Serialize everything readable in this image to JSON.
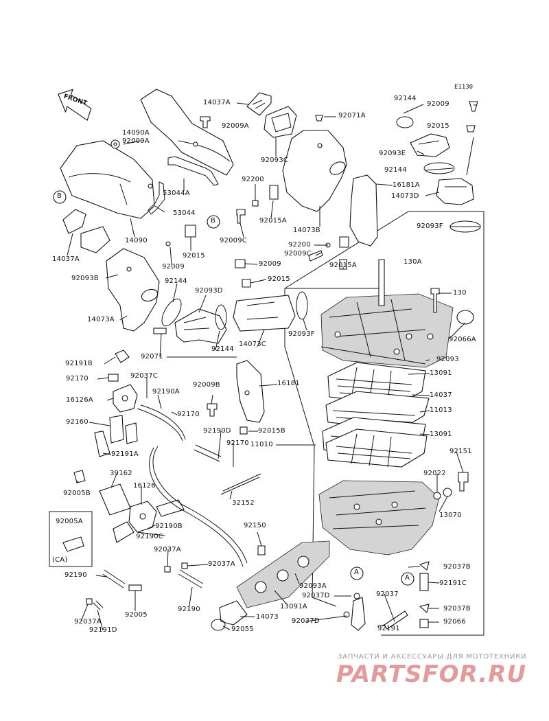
{
  "diagram_code": "E1130",
  "front_label": "FRONT",
  "ca_box": {
    "title": "92005A",
    "region": "(CA)"
  },
  "watermark": {
    "line1": "ЗАПЧАСТИ И АКСЕССУАРЫ ДЛЯ МОТОТЕХНИКИ",
    "line2": "PARTSFOR.RU"
  },
  "callouts": {
    "a": "A",
    "b": "B"
  },
  "labels": [
    {
      "id": "14037A-top",
      "text": "14037A"
    },
    {
      "id": "92009A-top",
      "text": "92009A"
    },
    {
      "id": "92071A",
      "text": "92071A"
    },
    {
      "id": "92144-top",
      "text": "92144"
    },
    {
      "id": "92009-right",
      "text": "92009"
    },
    {
      "id": "92015-right",
      "text": "92015"
    },
    {
      "id": "14090A",
      "text": "14090A"
    },
    {
      "id": "92009A-mid",
      "text": "92009A"
    },
    {
      "id": "92093E",
      "text": "92093E"
    },
    {
      "id": "92093C",
      "text": "92093C"
    },
    {
      "id": "92144-right",
      "text": "92144"
    },
    {
      "id": "92200-top",
      "text": "92200"
    },
    {
      "id": "16181A",
      "text": "16181A"
    },
    {
      "id": "14073D",
      "text": "14073D"
    },
    {
      "id": "53044A",
      "text": "53044A"
    },
    {
      "id": "53044",
      "text": "53044"
    },
    {
      "id": "92015A-top",
      "text": "92015A"
    },
    {
      "id": "92093F-top",
      "text": "92093F"
    },
    {
      "id": "14073B",
      "text": "14073B"
    },
    {
      "id": "14090",
      "text": "14090"
    },
    {
      "id": "92009C-top",
      "text": "92009C"
    },
    {
      "id": "14037A-left",
      "text": "14037A"
    },
    {
      "id": "92015-left",
      "text": "92015"
    },
    {
      "id": "92200-mid",
      "text": "92200"
    },
    {
      "id": "92009C-mid",
      "text": "92009C"
    },
    {
      "id": "130A",
      "text": "130A"
    },
    {
      "id": "92009-left",
      "text": "92009"
    },
    {
      "id": "92009-mid",
      "text": "92009"
    },
    {
      "id": "92015A-mid",
      "text": "92015A"
    },
    {
      "id": "92093B",
      "text": "92093B"
    },
    {
      "id": "92015-mid",
      "text": "92015"
    },
    {
      "id": "92144-left",
      "text": "92144"
    },
    {
      "id": "130",
      "text": "130"
    },
    {
      "id": "92093D",
      "text": "92093D"
    },
    {
      "id": "14073A",
      "text": "14073A"
    },
    {
      "id": "92093F-mid",
      "text": "92093F"
    },
    {
      "id": "92066A",
      "text": "92066A"
    },
    {
      "id": "92144-bottom",
      "text": "92144"
    },
    {
      "id": "14073C",
      "text": "14073C"
    },
    {
      "id": "92071",
      "text": "92071"
    },
    {
      "id": "92093",
      "text": "92093"
    },
    {
      "id": "92191B",
      "text": "92191B"
    },
    {
      "id": "13091-top",
      "text": "13091"
    },
    {
      "id": "92037C",
      "text": "92037C"
    },
    {
      "id": "92170-left",
      "text": "92170"
    },
    {
      "id": "92009B",
      "text": "92009B"
    },
    {
      "id": "16181",
      "text": "16181"
    },
    {
      "id": "14037",
      "text": "14037"
    },
    {
      "id": "16126A",
      "text": "16126A"
    },
    {
      "id": "92190A",
      "text": "92190A"
    },
    {
      "id": "92170-mid",
      "text": "92170"
    },
    {
      "id": "11013",
      "text": "11013"
    },
    {
      "id": "92160",
      "text": "92160"
    },
    {
      "id": "92190D",
      "text": "92190D"
    },
    {
      "id": "92015B",
      "text": "92015B"
    },
    {
      "id": "13091-bottom",
      "text": "13091"
    },
    {
      "id": "11010",
      "text": "11010"
    },
    {
      "id": "92170-lower",
      "text": "92170"
    },
    {
      "id": "92191A",
      "text": "92191A"
    },
    {
      "id": "92151",
      "text": "92151"
    },
    {
      "id": "39162",
      "text": "39162"
    },
    {
      "id": "92022",
      "text": "92022"
    },
    {
      "id": "16126",
      "text": "16126"
    },
    {
      "id": "92005B",
      "text": "92005B"
    },
    {
      "id": "32152",
      "text": "32152"
    },
    {
      "id": "13070",
      "text": "13070"
    },
    {
      "id": "92190B",
      "text": "92190B"
    },
    {
      "id": "92190C",
      "text": "92190C"
    },
    {
      "id": "92150",
      "text": "92150"
    },
    {
      "id": "92037A-mid",
      "text": "92037A"
    },
    {
      "id": "92037A-right",
      "text": "92037A"
    },
    {
      "id": "92037B-top",
      "text": "92037B"
    },
    {
      "id": "92190-left",
      "text": "92190"
    },
    {
      "id": "92093A",
      "text": "92093A"
    },
    {
      "id": "92191C",
      "text": "92191C"
    },
    {
      "id": "92037",
      "text": "92037"
    },
    {
      "id": "92037D-mid",
      "text": "92037D"
    },
    {
      "id": "13091A",
      "text": "13091A"
    },
    {
      "id": "92005",
      "text": "92005"
    },
    {
      "id": "92190-bottom",
      "text": "92190"
    },
    {
      "id": "92037B-bottom",
      "text": "92037B"
    },
    {
      "id": "92037A-bottom",
      "text": "92037A"
    },
    {
      "id": "14073",
      "text": "14073"
    },
    {
      "id": "92037D-bottom",
      "text": "92037D"
    },
    {
      "id": "92066",
      "text": "92066"
    },
    {
      "id": "92191D",
      "text": "92191D"
    },
    {
      "id": "92191",
      "text": "92191"
    },
    {
      "id": "92055",
      "text": "92055"
    }
  ]
}
